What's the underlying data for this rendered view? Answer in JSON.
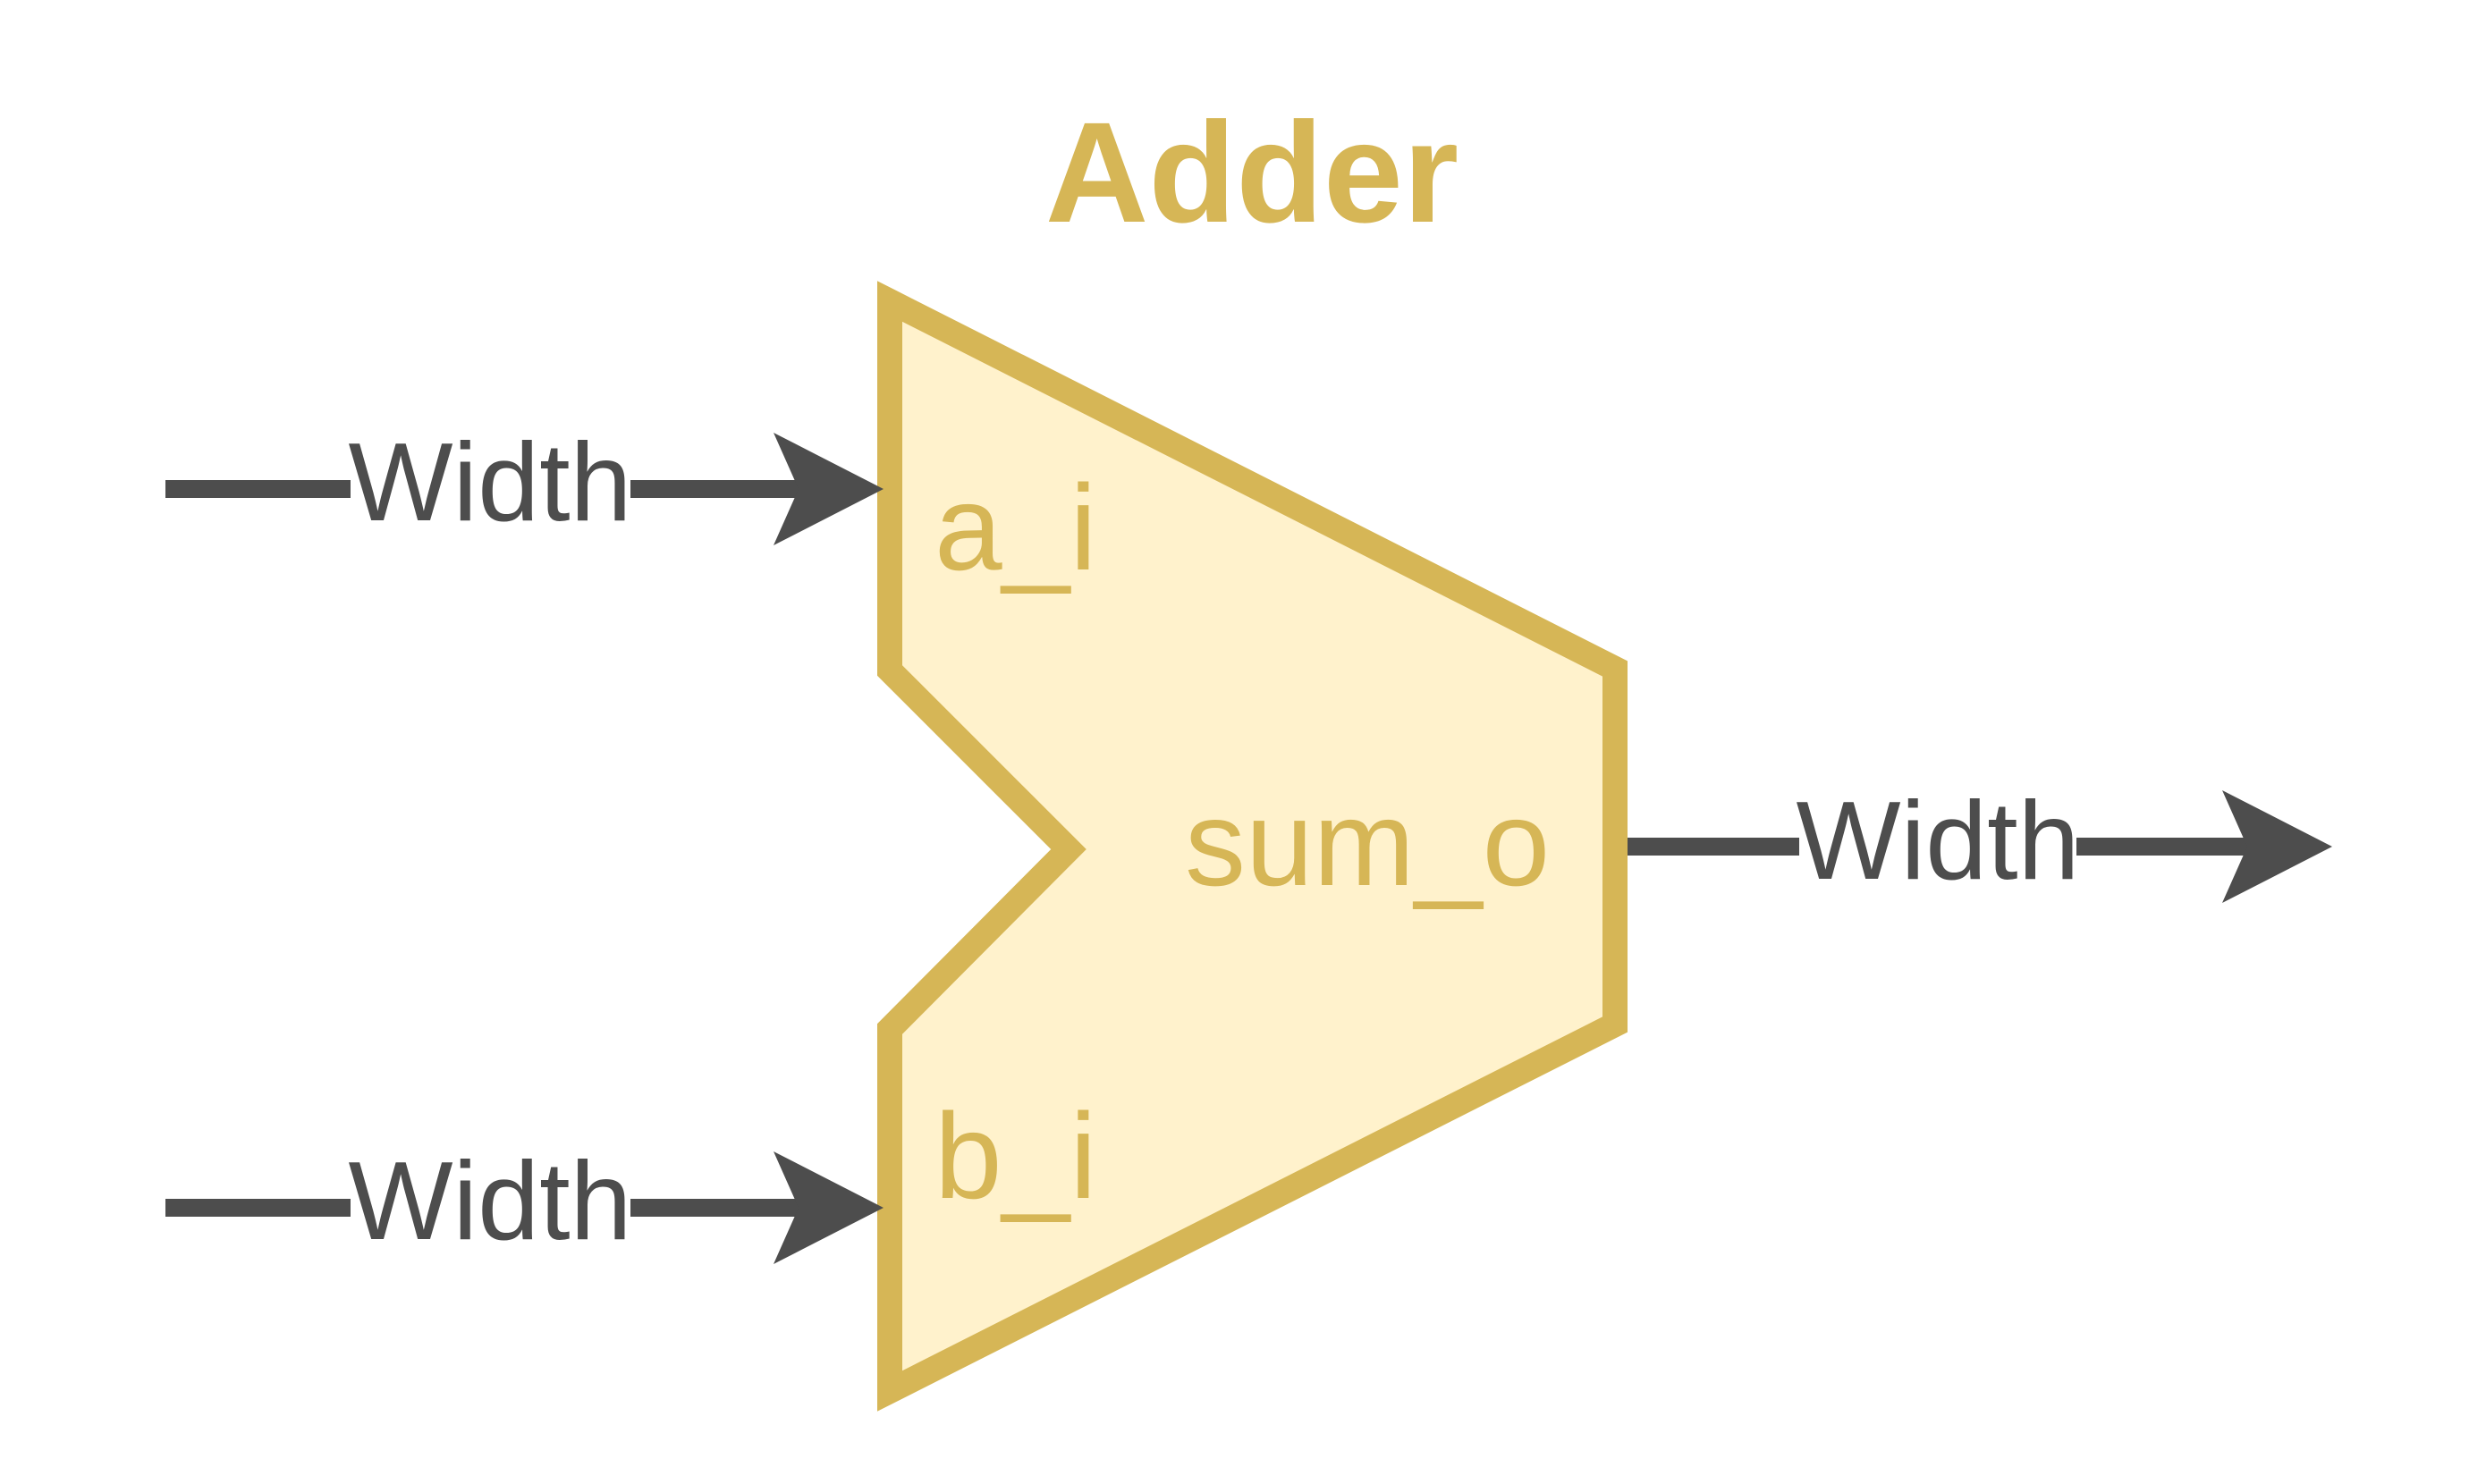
{
  "diagram": {
    "title": "Adder",
    "ports": {
      "input_a": "a_i",
      "input_b": "b_i",
      "output": "sum_o"
    },
    "wires": {
      "input_a_label": "Width",
      "input_b_label": "Width",
      "output_label": "Width"
    }
  },
  "colors": {
    "block_fill": "#fff2cc",
    "block_stroke": "#d6b656",
    "wire": "#4d4d4d",
    "background": "#ffffff"
  }
}
